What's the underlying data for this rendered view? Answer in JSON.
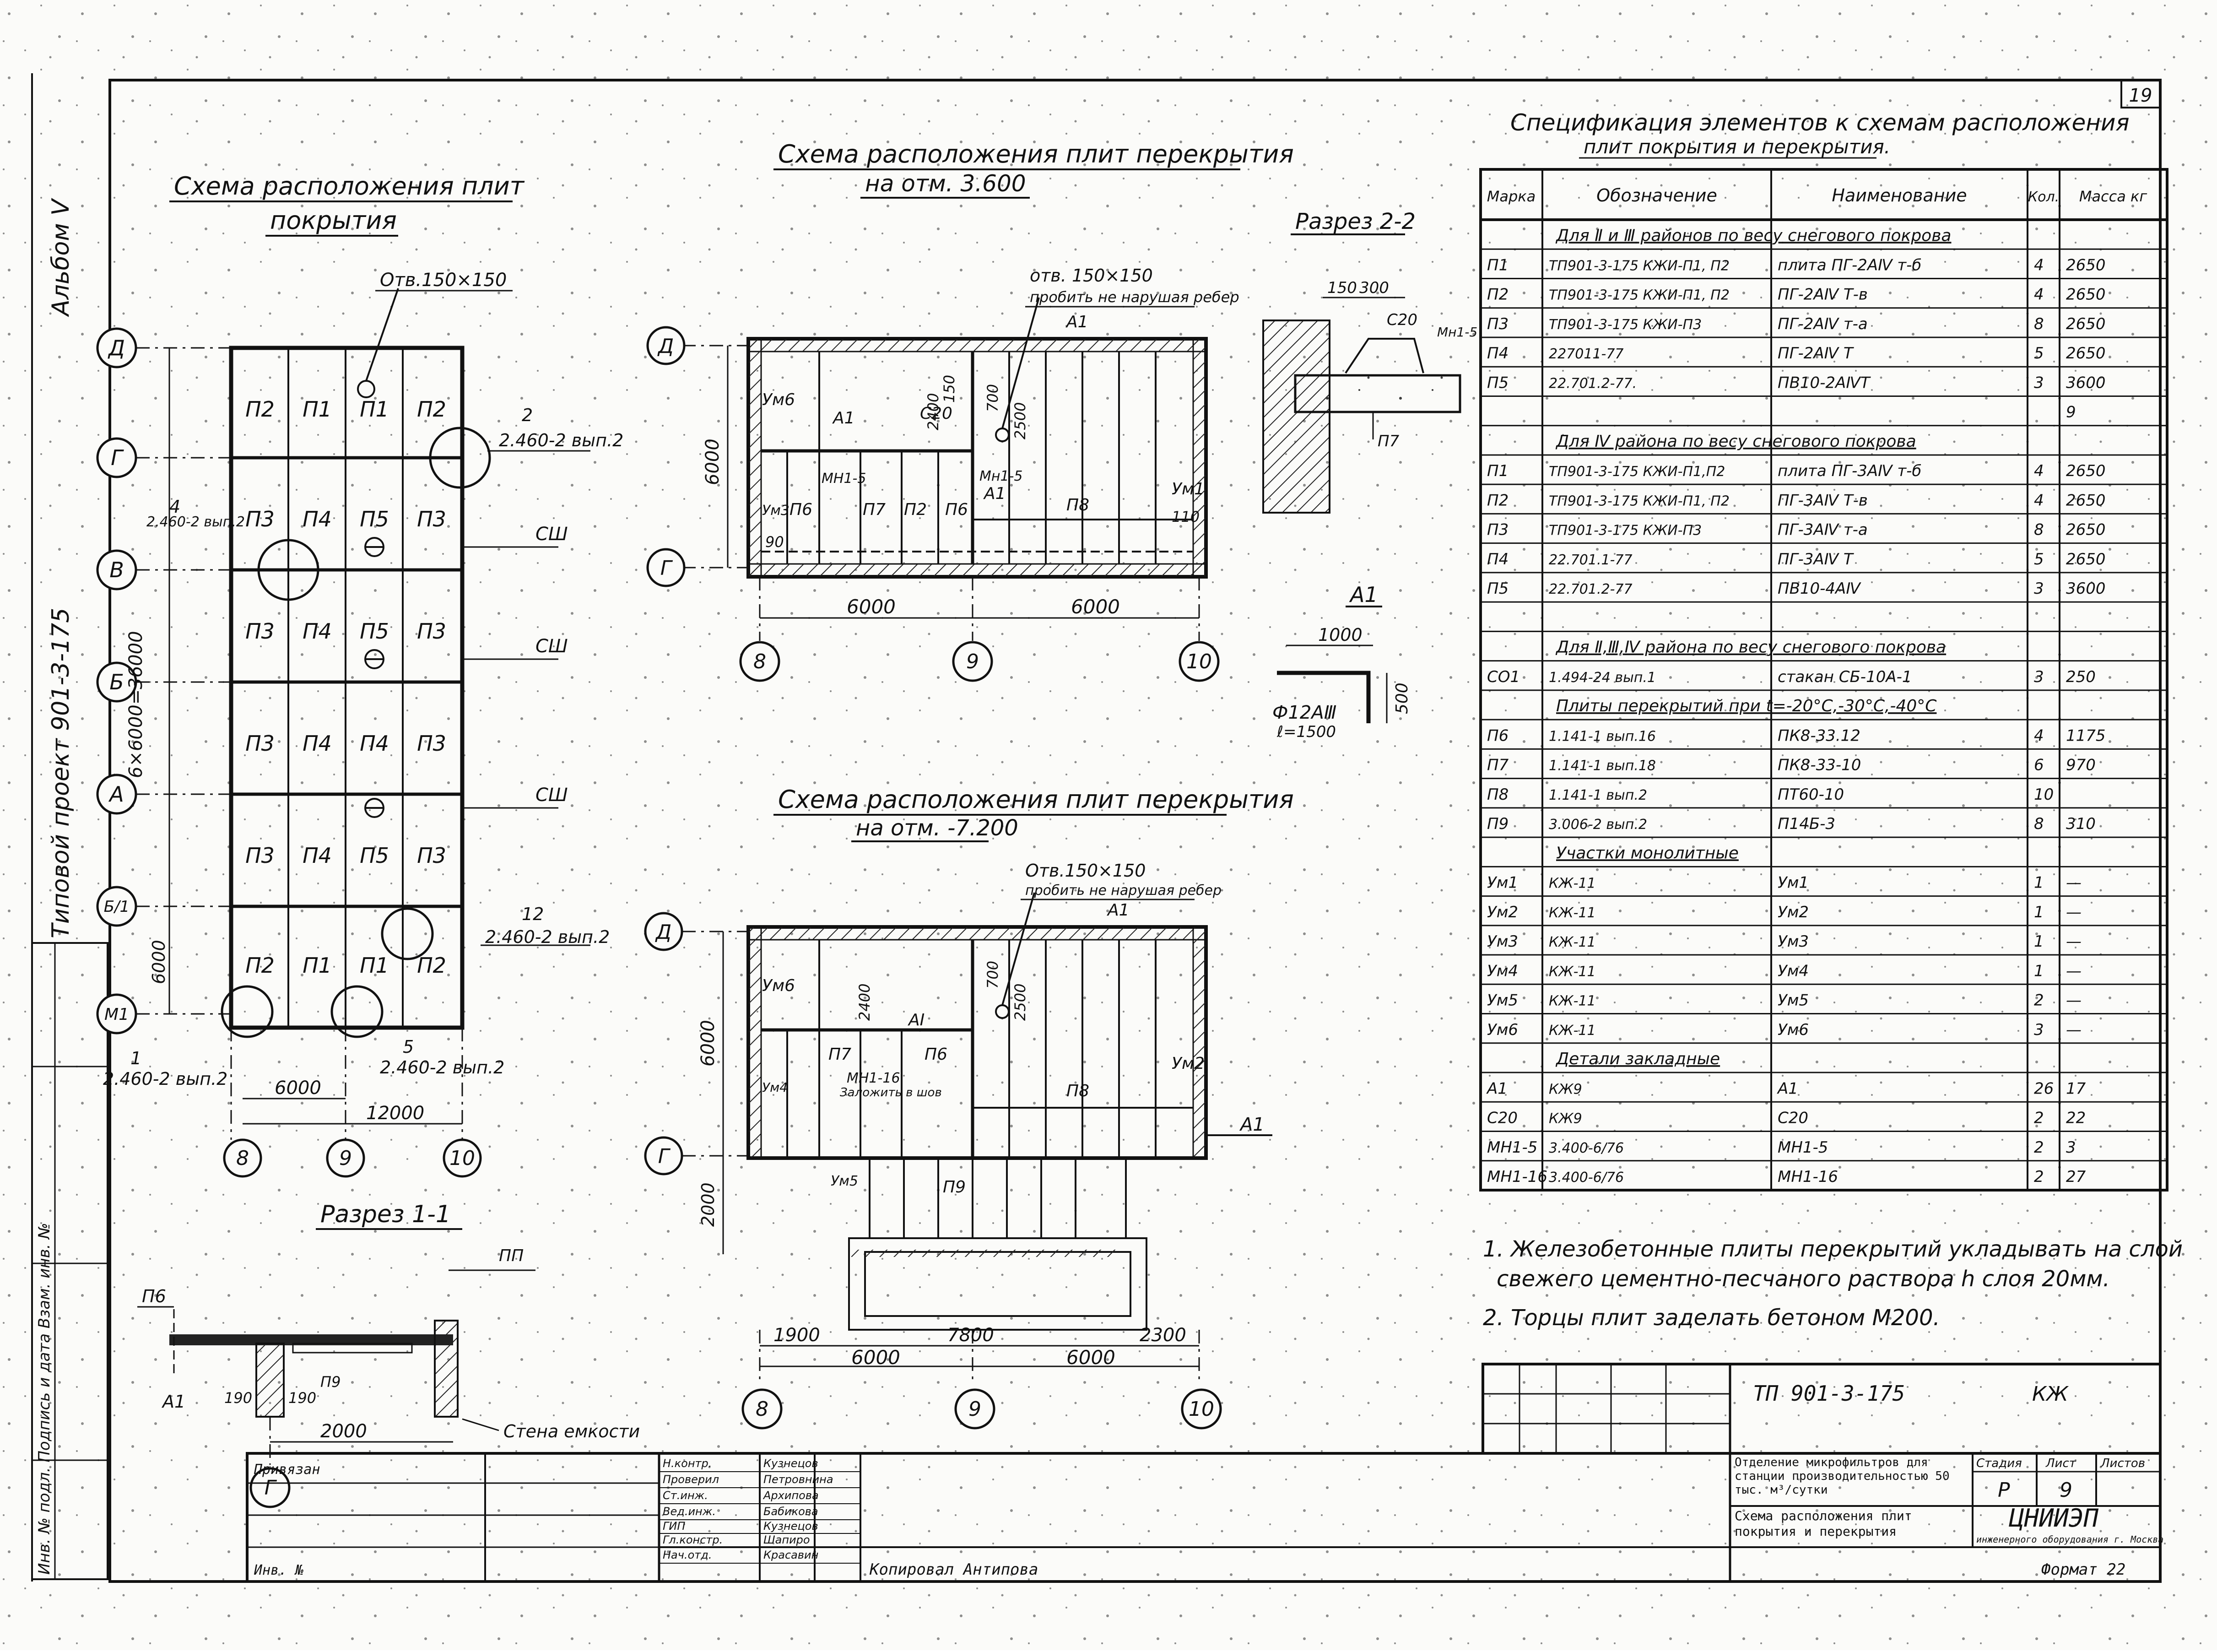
{
  "sheet_number": "19",
  "album": "Альбом V",
  "side_label": "Типовой проект 901-3-175",
  "plan_roof": {
    "title_line1": "Схема расположения плит",
    "title_line2": "покрытия",
    "opening": "Отв.150×150",
    "axes_rows": [
      "Д",
      "Г",
      "В",
      "Б",
      "А",
      "Б/1",
      "М1"
    ],
    "axes_cols": [
      "8",
      "9",
      "10"
    ],
    "row_slabs": [
      [
        "П2",
        "П1",
        "П1",
        "П2"
      ],
      [
        "П3",
        "П4",
        "П5",
        "П3"
      ],
      [
        "П3",
        "П4",
        "П5",
        "П3"
      ],
      [
        "П3",
        "П4",
        "П4",
        "П3"
      ],
      [
        "П3",
        "П4",
        "П5",
        "П3"
      ],
      [
        "П2",
        "П1",
        "П1",
        "П2"
      ]
    ],
    "node_2": "2",
    "node_2_ref": "2.460-2 вып.2",
    "node_4": "4",
    "node_4_ref": "2.460-2 вып.2",
    "node_12": "12",
    "node_12_ref": "2.460-2 вып.2",
    "node_1": "1",
    "node_1_ref": "2.460-2 вып.2",
    "node_5": "5",
    "node_5_ref": "2.460-2 вып.2",
    "sw": "СШ",
    "dim_vertical": "6×6000=36000",
    "dim_6000_v": "6000",
    "dim_6000": "6000",
    "dim_12000": "12000"
  },
  "plan_3600": {
    "title_line1": "Схема расположения плит перекрытия",
    "title_line2": "на отм. 3.600",
    "opening": "отв. 150×150",
    "opening_note": "пробить не нарушая ребер",
    "labels": [
      "Ум6",
      "А1",
      "С20",
      "МН1-5",
      "П7",
      "П2",
      "П6",
      "П6",
      "П8",
      "Ум3",
      "Ум1",
      "А1",
      "А1",
      "Мн1-5"
    ],
    "dim_2400": "2400",
    "dim_2500": "2500",
    "dim_700": "700",
    "dim_150": "150",
    "dim_90": "90",
    "dim_110": "110",
    "dim_6000_v": "6000",
    "dim_6000": "6000",
    "dim_6000b": "6000",
    "axes": [
      "Д",
      "Г",
      "8",
      "9",
      "10"
    ]
  },
  "section_22": {
    "title": "Разрез 2-2",
    "dim_150": "150",
    "dim_300": "300",
    "c20": "С20",
    "mn": "Мн1-5",
    "p7": "П7"
  },
  "detail_a1": {
    "title": "А1",
    "dim_1000": "1000",
    "dim_500": "500",
    "rebar": "Ф12АⅢ",
    "length": "ℓ=1500"
  },
  "plan_7200": {
    "title_line1": "Схема расположения плит перекрытия",
    "title_line2": "на отм. -7.200",
    "opening": "Отв.150×150",
    "opening_note": "пробить не нарушая ребер",
    "a1": "А1",
    "labels": [
      "Ум6",
      "АI",
      "П7",
      "П6",
      "Ум4",
      "П8",
      "Ум2",
      "Ум5",
      "П9",
      "А1"
    ],
    "embed": "МН1-16",
    "embed_note": "Заложить в шов",
    "dim_2400": "2400",
    "dim_2500": "2500",
    "dim_700": "700",
    "dim_6000_v": "6000",
    "dim_2000_v": "2000",
    "dim_1900": "1900",
    "dim_7800": "7800",
    "dim_2300": "2300",
    "dim_6000": "6000",
    "dim_6000b": "6000",
    "axes": [
      "Д",
      "Г",
      "8",
      "9",
      "10"
    ]
  },
  "section_11": {
    "title": "Разрез 1-1",
    "pp": "ПП",
    "p6": "П6",
    "a1": "А1",
    "p9": "П9",
    "dim_190": "190",
    "dim_190b": "190",
    "dim_2000": "2000",
    "wall": "Стена емкости",
    "axis": "Г"
  },
  "spec": {
    "title_line1": "Спецификация элементов к схемам расположения",
    "title_line2": "плит покрытия и перекрытия.",
    "headers": [
      "Марка",
      "Обозначение",
      "Наименование",
      "Кол.",
      "Масса кг"
    ],
    "rows": [
      {
        "type": "section",
        "text": "Для Ⅱ и Ⅲ районов по весу снегового покрова"
      },
      {
        "type": "row",
        "cells": [
          "П1",
          "ТП901-3-175 КЖИ-П1, П2",
          "плита ПГ-2АⅣ т-б",
          "4",
          "2650"
        ]
      },
      {
        "type": "row",
        "cells": [
          "П2",
          "ТП901-3-175 КЖИ-П1, П2",
          "ПГ-2АⅣ Т-в",
          "4",
          "2650"
        ]
      },
      {
        "type": "row",
        "cells": [
          "П3",
          "ТП901-3-175 КЖИ-П3",
          "ПГ-2АⅣ т-а",
          "8",
          "2650"
        ]
      },
      {
        "type": "row",
        "cells": [
          "П4",
          "227011-77",
          "ПГ-2АⅣ Т",
          "5",
          "2650"
        ]
      },
      {
        "type": "row",
        "cells": [
          "П5",
          "22.701.2-77.",
          "ПВ10-2АⅣТ",
          "3",
          "3600"
        ]
      },
      {
        "type": "row",
        "cells": [
          "",
          "",
          "",
          "",
          "9"
        ]
      },
      {
        "type": "section",
        "text": "Для Ⅳ района по весу снегового покрова"
      },
      {
        "type": "row",
        "cells": [
          "П1",
          "ТП901-3-175 КЖИ-П1,П2",
          "плита ПГ-3АⅣ т-б",
          "4",
          "2650"
        ]
      },
      {
        "type": "row",
        "cells": [
          "П2",
          "ТП901-3-175 КЖИ-П1, П2",
          "ПГ-3АⅣ Т-в",
          "4",
          "2650"
        ]
      },
      {
        "type": "row",
        "cells": [
          "П3",
          "ТП901-3-175 КЖИ-П3",
          "ПГ-3АⅣ т-а",
          "8",
          "2650"
        ]
      },
      {
        "type": "row",
        "cells": [
          "П4",
          "22.701.1-77",
          "ПГ-3АⅣ Т",
          "5",
          "2650"
        ]
      },
      {
        "type": "row",
        "cells": [
          "П5",
          "22.701.2-77",
          "ПВ10-4АⅣ",
          "3",
          "3600"
        ]
      },
      {
        "type": "row",
        "cells": [
          "",
          "",
          "",
          "",
          ""
        ]
      },
      {
        "type": "section",
        "text": "Для Ⅱ,Ⅲ,Ⅳ района по весу снегового покрова"
      },
      {
        "type": "row",
        "cells": [
          "СО1",
          "1.494-24 вып.1",
          "стакан СБ-10А-1",
          "3",
          "250"
        ]
      },
      {
        "type": "section",
        "text": "Плиты перекрытий при t=-20°С,-30°С,-40°С"
      },
      {
        "type": "row",
        "cells": [
          "П6",
          "1.141-1 вып.16",
          "ПК8-33.12",
          "4",
          "1175"
        ]
      },
      {
        "type": "row",
        "cells": [
          "П7",
          "1.141-1 вып.18",
          "ПК8-33-10",
          "6",
          "970"
        ]
      },
      {
        "type": "row",
        "cells": [
          "П8",
          "1.141-1 вып.2",
          "ПТ60-10",
          "10",
          ""
        ]
      },
      {
        "type": "row",
        "cells": [
          "П9",
          "3.006-2 вып.2",
          "П14Б-3",
          "8",
          "310"
        ]
      },
      {
        "type": "section",
        "text": "Участки монолитные"
      },
      {
        "type": "row",
        "cells": [
          "Ум1",
          "КЖ-11",
          "Ум1",
          "1",
          "—"
        ]
      },
      {
        "type": "row",
        "cells": [
          "Ум2",
          "КЖ-11",
          "Ум2",
          "1",
          "—"
        ]
      },
      {
        "type": "row",
        "cells": [
          "Ум3",
          "КЖ-11",
          "Ум3",
          "1",
          "—"
        ]
      },
      {
        "type": "row",
        "cells": [
          "Ум4",
          "КЖ-11",
          "Ум4",
          "1",
          "—"
        ]
      },
      {
        "type": "row",
        "cells": [
          "Ум5",
          "КЖ-11",
          "Ум5",
          "2",
          "—"
        ]
      },
      {
        "type": "row",
        "cells": [
          "Ум6",
          "КЖ-11",
          "Ум6",
          "3",
          "—"
        ]
      },
      {
        "type": "section",
        "text": "Детали закладные"
      },
      {
        "type": "row",
        "cells": [
          "А1",
          "КЖ9",
          "А1",
          "26",
          "17"
        ]
      },
      {
        "type": "row",
        "cells": [
          "С20",
          "КЖ9",
          "С20",
          "2",
          "22"
        ]
      },
      {
        "type": "row",
        "cells": [
          "МН1-5",
          "3.400-6/76",
          "МН1-5",
          "2",
          "3"
        ]
      },
      {
        "type": "row",
        "cells": [
          "МН1-16",
          "3.400-6/76",
          "МН1-16",
          "2",
          "27"
        ]
      }
    ]
  },
  "notes": [
    "1. Железобетонные плиты перекрытий укладывать на слой",
    "свежего цементно-песчаного раствора h слоя 20мм.",
    "2. Торцы плит заделать бетоном М200."
  ],
  "stamp": {
    "code": "ТП 901-3-175",
    "mark": "КЖ",
    "privyazan": "Привязан",
    "inv": "Инв. №",
    "roles": [
      "Н.контр.",
      "Проверил",
      "Ст.инж.",
      "Вед.инж.",
      "ГИП",
      "Гл.констр.",
      "Нач.отд."
    ],
    "names": [
      "Кузнецов",
      "Петровнина",
      "Архипова",
      "Бабикова",
      "Кузнецов",
      "Шапиро",
      "Красавин"
    ],
    "object": "Отделение микрофильтров для станции производительностью 50 тыс. м³/сутки",
    "drawing": "Схема расположения плит покрытия и перекрытия",
    "stage_h": "Стадия",
    "sheet_h": "Лист",
    "sheets_h": "Листов",
    "stage": "Р",
    "sheet": "9",
    "org": "ЦНИИЭП",
    "org_sub": "инженерного оборудования г. Москва",
    "copied": "Копировал Антипова",
    "format": "Формат 22"
  },
  "left_strip": "Инв. № подл. Подпись и дата Взам. инв. №"
}
